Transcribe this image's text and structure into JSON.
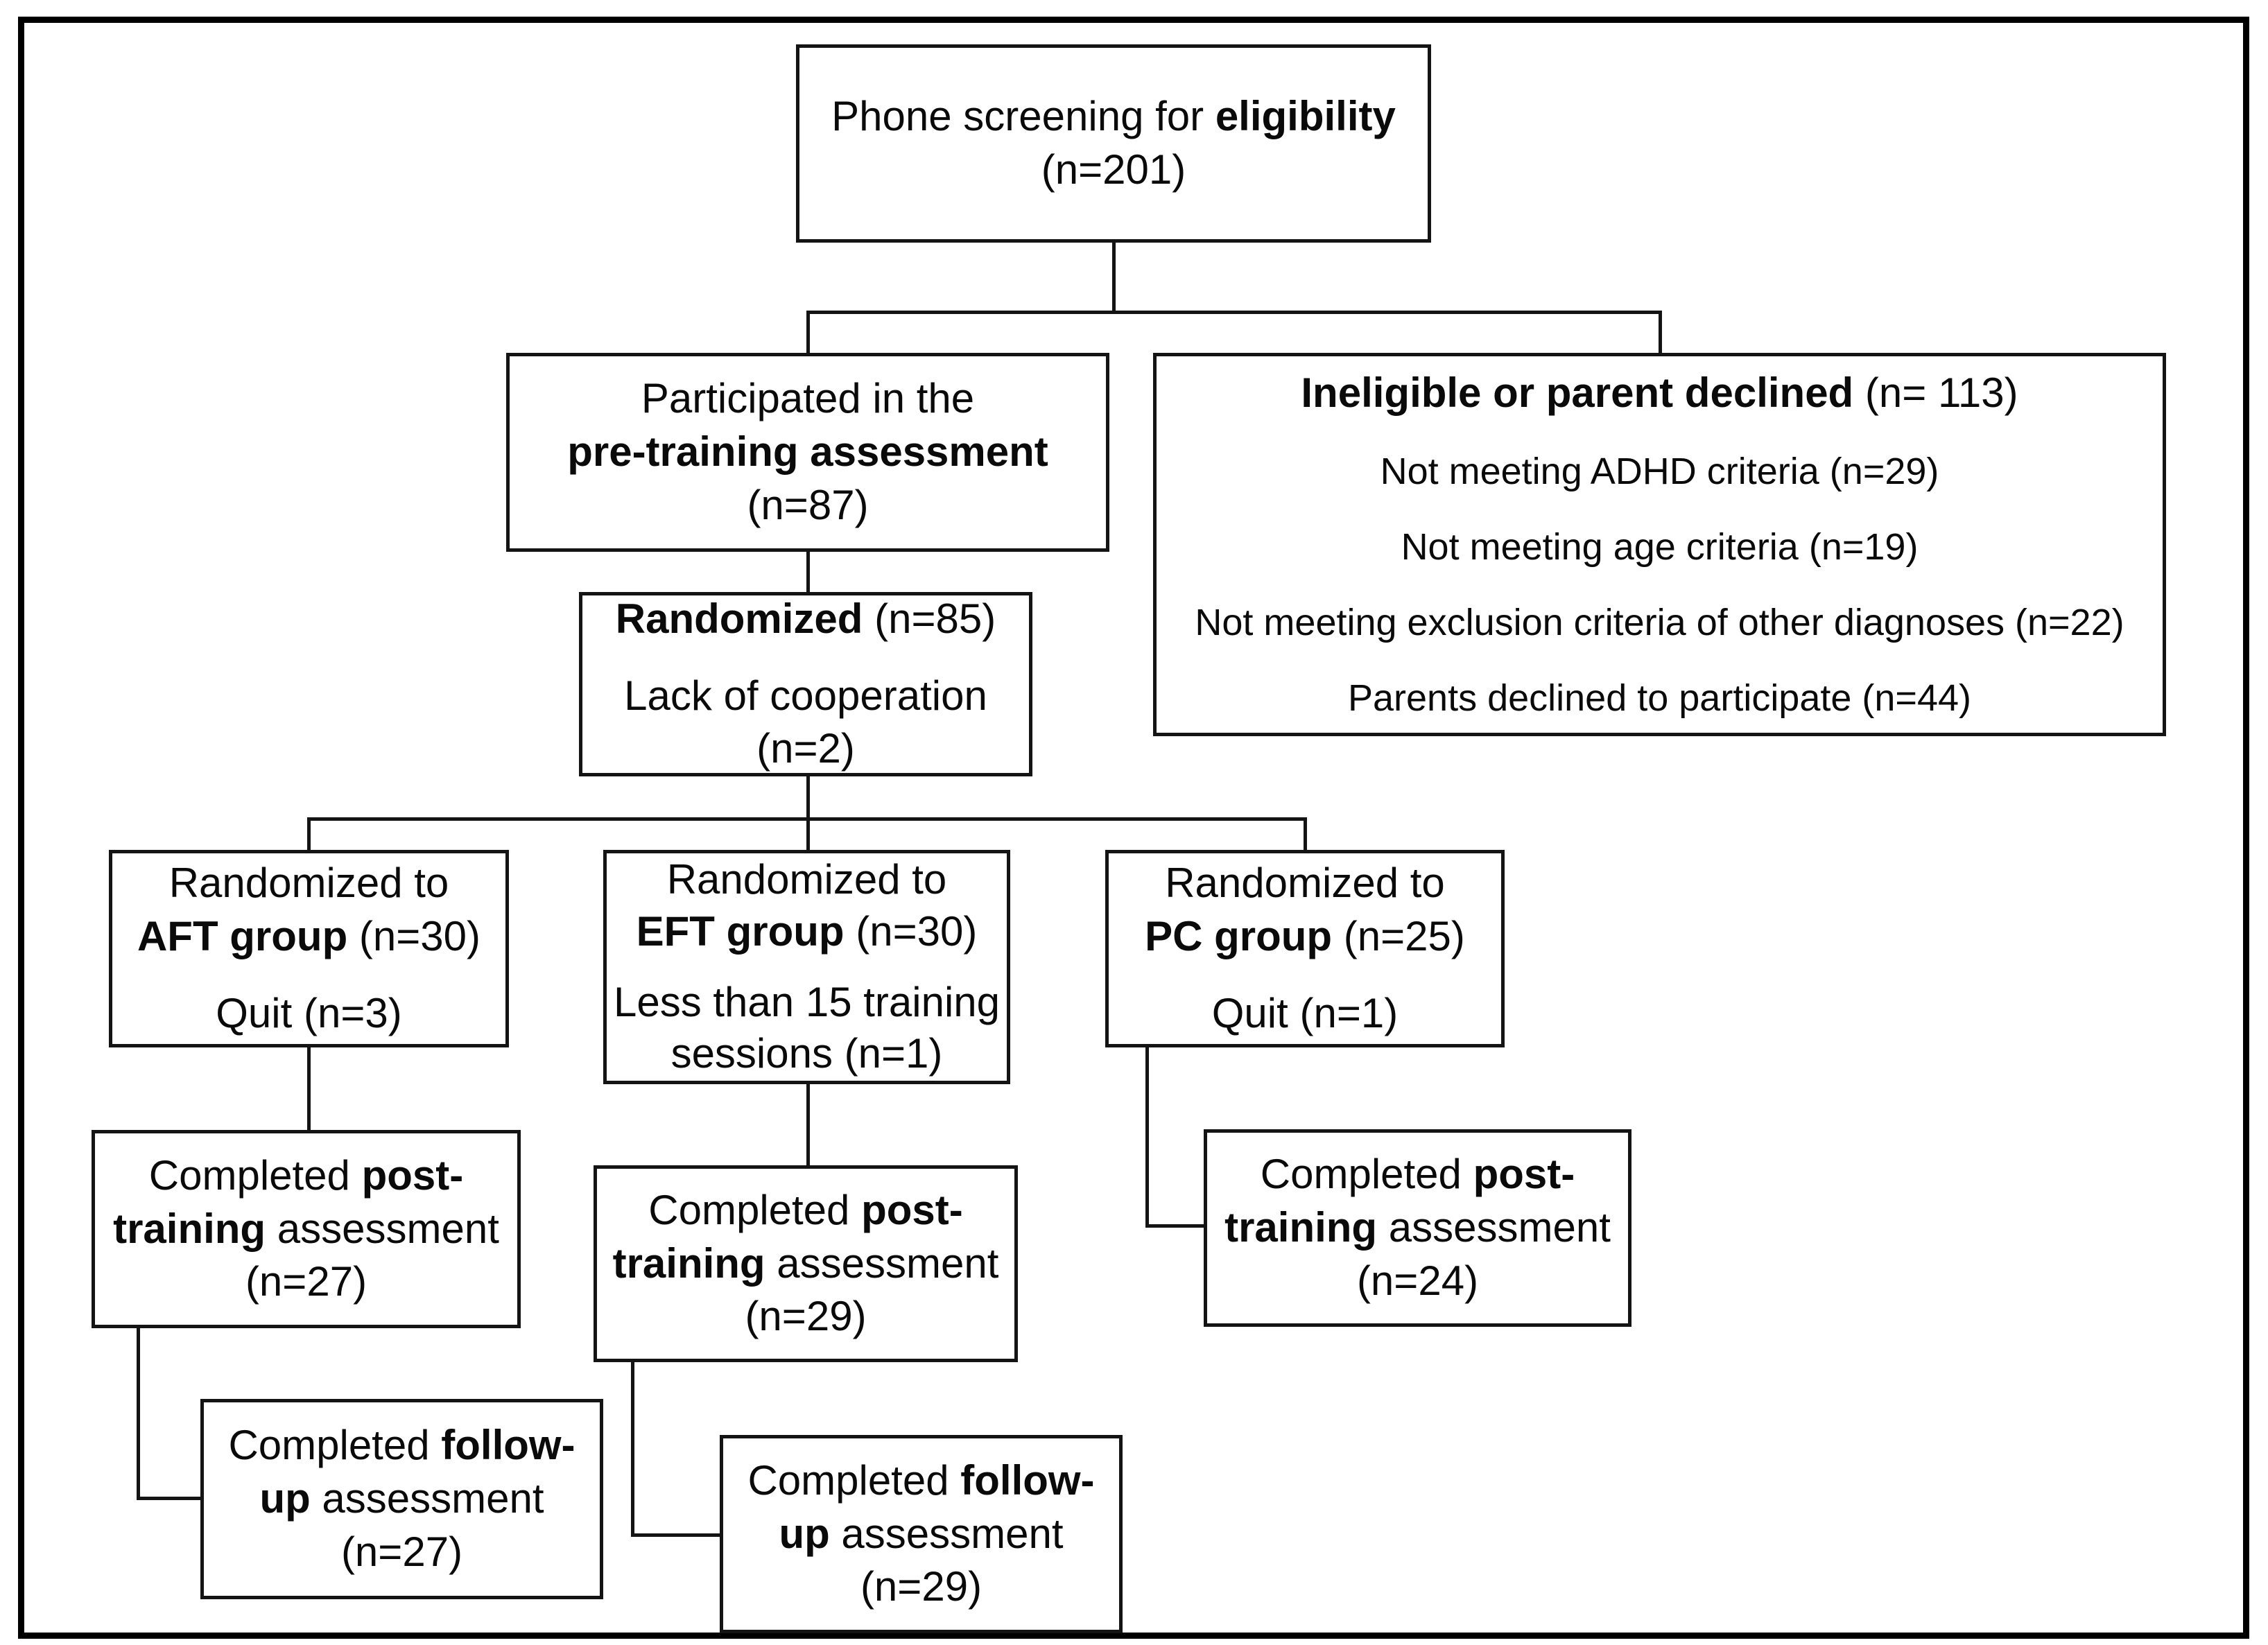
{
  "figure": {
    "background": "#ffffff",
    "line_color": "#141414",
    "border_color": "#000000"
  },
  "boxes": {
    "phone_screening": {
      "prefix": "Phone screening for ",
      "bold": "eligibility",
      "n": "(n=201)"
    },
    "pre_training": {
      "line1": "Participated in the",
      "bold": "pre-training assessment",
      "n": "(n=87)"
    },
    "ineligible": {
      "title_bold": "Ineligible or parent declined",
      "title_suffix": " (n= 113)",
      "reasons": [
        "Not meeting ADHD criteria (n=29)",
        "Not meeting age criteria (n=19)",
        "Not meeting exclusion criteria of other diagnoses (n=22)",
        "Parents declined to participate (n=44)"
      ]
    },
    "randomized": {
      "bold": "Randomized",
      "suffix": " (n=85)",
      "note1": "Lack of cooperation",
      "note2": "(n=2)"
    },
    "aft": {
      "line1": "Randomized to",
      "bold": "AFT group",
      "suffix": " (n=30)",
      "note": "Quit (n=3)"
    },
    "eft": {
      "line1": "Randomized to",
      "bold": "EFT group",
      "suffix": " (n=30)",
      "note1": "Less than 15 training",
      "note2": "sessions (n=1)"
    },
    "pc": {
      "line1": "Randomized to",
      "bold": "PC group",
      "suffix": " (n=25)",
      "note": "Quit (n=1)"
    },
    "post_aft": {
      "prefix": "Completed ",
      "bold1": "post-",
      "bold2": "training",
      "suffix": " assessment",
      "n": "(n=27)"
    },
    "post_eft": {
      "prefix": "Completed ",
      "bold1": "post-",
      "bold2": "training",
      "suffix": " assessment",
      "n": "(n=29)"
    },
    "post_pc": {
      "prefix": "Completed ",
      "bold1": "post-",
      "bold2": "training",
      "suffix": " assessment",
      "n": "(n=24)"
    },
    "fu_aft": {
      "prefix": "Completed ",
      "bold1": "follow-",
      "bold2": "up",
      "suffix": " assessment",
      "n": "(n=27)"
    },
    "fu_eft": {
      "prefix": "Completed ",
      "bold1": "follow-",
      "bold2": "up",
      "suffix": " assessment",
      "n": "(n=29)"
    }
  }
}
